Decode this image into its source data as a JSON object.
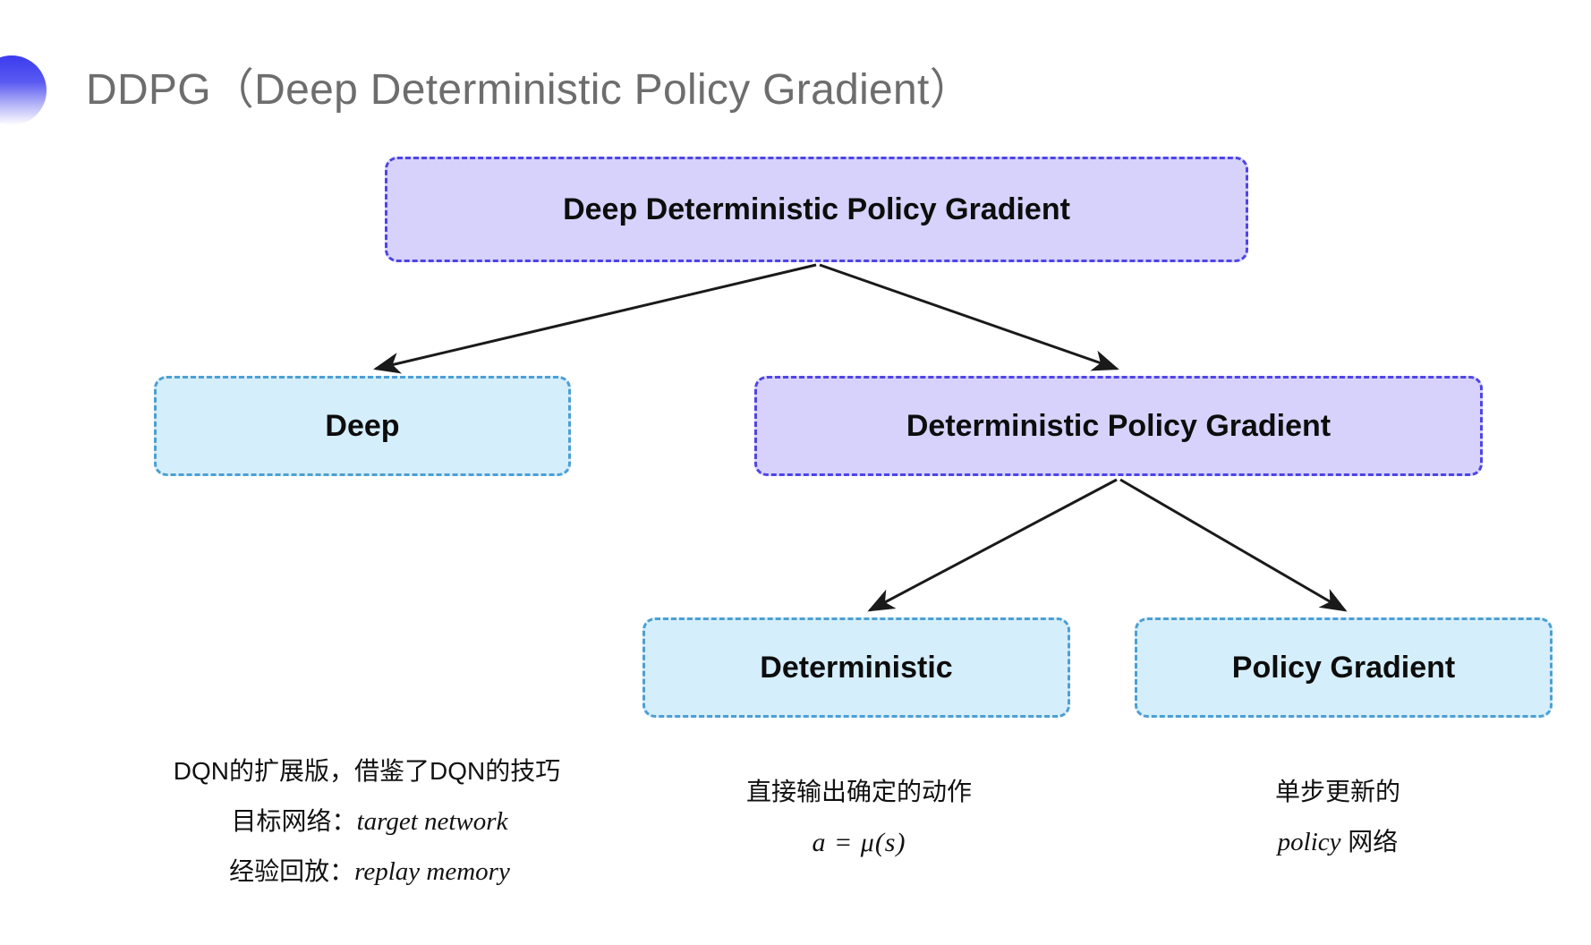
{
  "slide": {
    "title": "DDPG（Deep Deterministic Policy Gradient）",
    "bullet_icon": "gradient-circle-bullet",
    "background_color": "#ffffff",
    "title_color": "#6d6d6d"
  },
  "colors": {
    "purple_fill": "#d6d2fb",
    "purple_border": "#4f45e4",
    "blue_fill": "#d5eefb",
    "blue_border": "#4d9fd4",
    "arrow": "#1a1a1a",
    "text": "#111111"
  },
  "diagram": {
    "type": "tree",
    "nodes": [
      {
        "id": "root",
        "label": "Deep Deterministic Policy Gradient",
        "style": "purple",
        "level": 0
      },
      {
        "id": "deep",
        "label": "Deep",
        "style": "blue",
        "level": 1
      },
      {
        "id": "dpg",
        "label": "Deterministic Policy Gradient",
        "style": "purple",
        "level": 1
      },
      {
        "id": "deterministic",
        "label": "Deterministic",
        "style": "blue",
        "level": 2
      },
      {
        "id": "policy_gradient",
        "label": "Policy Gradient",
        "style": "blue",
        "level": 2
      }
    ],
    "edges": [
      {
        "from": "root",
        "to": "deep"
      },
      {
        "from": "root",
        "to": "dpg"
      },
      {
        "from": "dpg",
        "to": "deterministic"
      },
      {
        "from": "dpg",
        "to": "policy_gradient"
      }
    ]
  },
  "annotations": {
    "left": {
      "line1": "DQN的扩展版，借鉴了DQN的技巧",
      "line2_label": "目标网络：",
      "line2_term": "target network",
      "line3_label": "经验回放：",
      "line3_term": "replay memory"
    },
    "middle": {
      "line1": "直接输出确定的动作",
      "formula": "a = μ(s)"
    },
    "right": {
      "line1": "单步更新的",
      "line2_term": "policy",
      "line2_suffix": " 网络"
    }
  }
}
